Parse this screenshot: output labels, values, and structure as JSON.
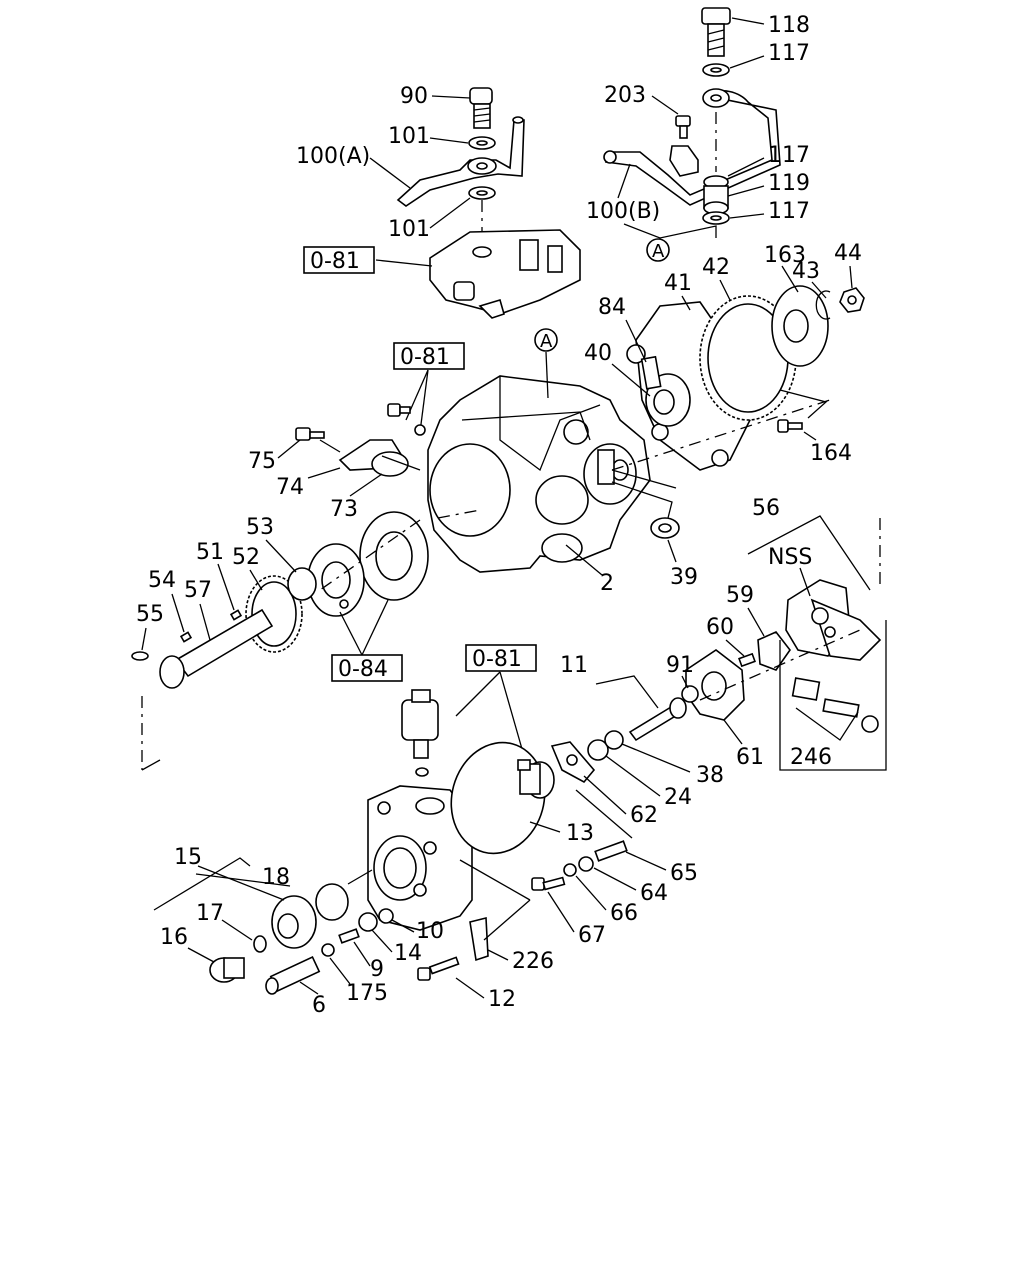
{
  "diagram": {
    "labels": {
      "l118": "118",
      "l117a": "117",
      "l117b": "117",
      "l117c": "117",
      "l119": "119",
      "l203": "203",
      "l100b": "100(B)",
      "l90": "90",
      "l101a": "101",
      "l100a": "100(A)",
      "l101b": "101",
      "l081a": "0-81",
      "lA1": "A",
      "lA2": "A",
      "l163": "163",
      "l44": "44",
      "l42": "42",
      "l43": "43",
      "l41": "41",
      "l84": "84",
      "l40": "40",
      "l164": "164",
      "l081b": "0-81",
      "l75": "75",
      "l74": "74",
      "l73": "73",
      "l2": "2",
      "l39": "39",
      "l56": "56",
      "lNSS": "NSS",
      "l53": "53",
      "l51": "51",
      "l52": "52",
      "l54": "54",
      "l57": "57",
      "l55": "55",
      "l084": "0-84",
      "l59": "59",
      "l60": "60",
      "l91": "91",
      "l11": "11",
      "l081c": "0-81",
      "l61": "61",
      "l38": "38",
      "l24": "24",
      "l246": "246",
      "l62": "62",
      "l13": "13",
      "l65": "65",
      "l64": "64",
      "l66": "66",
      "l67": "67",
      "l15": "15",
      "l18": "18",
      "l17": "17",
      "l16": "16",
      "l10": "10",
      "l14": "14",
      "l9": "9",
      "l175": "175",
      "l6": "6",
      "l226": "226",
      "l12": "12"
    }
  }
}
